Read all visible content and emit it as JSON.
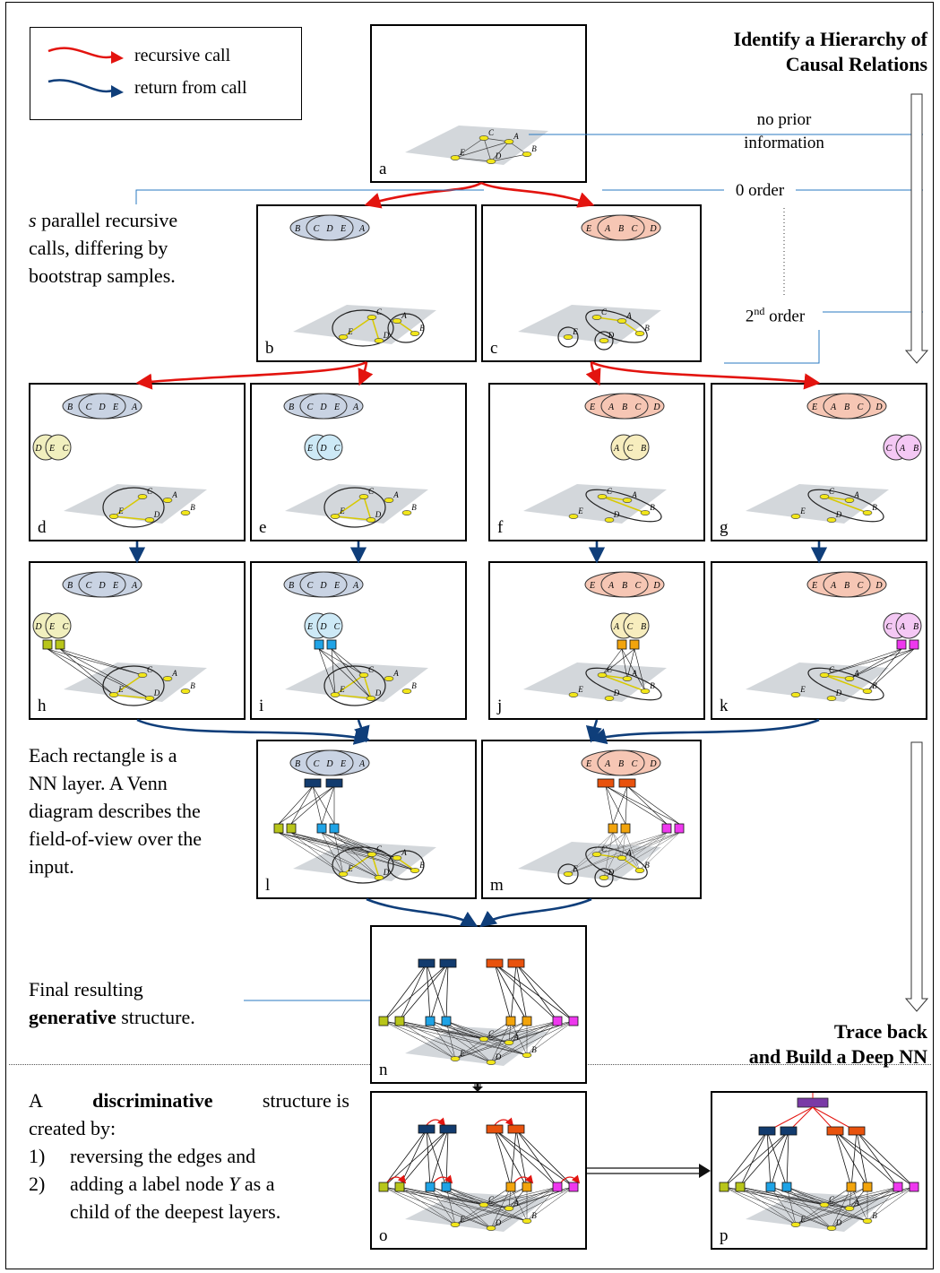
{
  "legend": {
    "recursive_call": "recursive call",
    "return_from_call": "return from call",
    "recursive_color": "#e3140f",
    "return_color": "#0f3e7a"
  },
  "titles": {
    "top_line1": "Identify a Hierarchy of",
    "top_line2": "Causal Relations",
    "bottom_line1": "Trace back",
    "bottom_line2": "and Build a Deep NN"
  },
  "side_labels": {
    "no_prior_line1": "no prior",
    "no_prior_line2": "information",
    "zero_order": "0 order",
    "second_order_base": "2",
    "second_order_sup": "nd",
    "second_order_rest": " order"
  },
  "notes": {
    "parallel_s": "s",
    "parallel_line1": " parallel recursive",
    "parallel_line2": "calls, differing by",
    "parallel_line3": "bootstrap samples.",
    "nn_line1": "Each rectangle is a",
    "nn_line2": "NN layer. A Venn",
    "nn_line3": "diagram describes the",
    "nn_line4": "field-of-view over the",
    "nn_line5": "input.",
    "final_line1": "Final resulting",
    "final_bold": "generative",
    "final_rest": " structure.",
    "disc_a": "A",
    "disc_bold": "discriminative",
    "disc_rest": "structure is",
    "disc_line2": "created by:",
    "disc_step1_num": "1)",
    "disc_step1": "reversing the edges and",
    "disc_step2_num": "2)",
    "disc_step2a": "adding a label node ",
    "disc_step2_y": "Y",
    "disc_step2b": " as a",
    "disc_step2c": "child of the deepest layers."
  },
  "panels": [
    "a",
    "b",
    "c",
    "d",
    "e",
    "f",
    "g",
    "h",
    "i",
    "j",
    "k",
    "l",
    "m",
    "n",
    "o",
    "p"
  ],
  "node_letters": [
    "A",
    "B",
    "C",
    "D",
    "E"
  ],
  "colors": {
    "blue_venn": "#c9d3e3",
    "salmon_venn": "#f6c6b4",
    "yellow_venn": "#f1efbe",
    "lightblue_venn": "#cde9f6",
    "gold_venn": "#f7edbe",
    "pink_venn": "#f4c8f4",
    "dark_blue_layer": "#123b6e",
    "orange_layer": "#e8520d",
    "olive_layer": "#b8c51a",
    "cyan_layer": "#1fa3e6",
    "amber_layer": "#f2a40c",
    "magenta_layer": "#ee38ee",
    "purple_label": "#7a3aa6"
  }
}
